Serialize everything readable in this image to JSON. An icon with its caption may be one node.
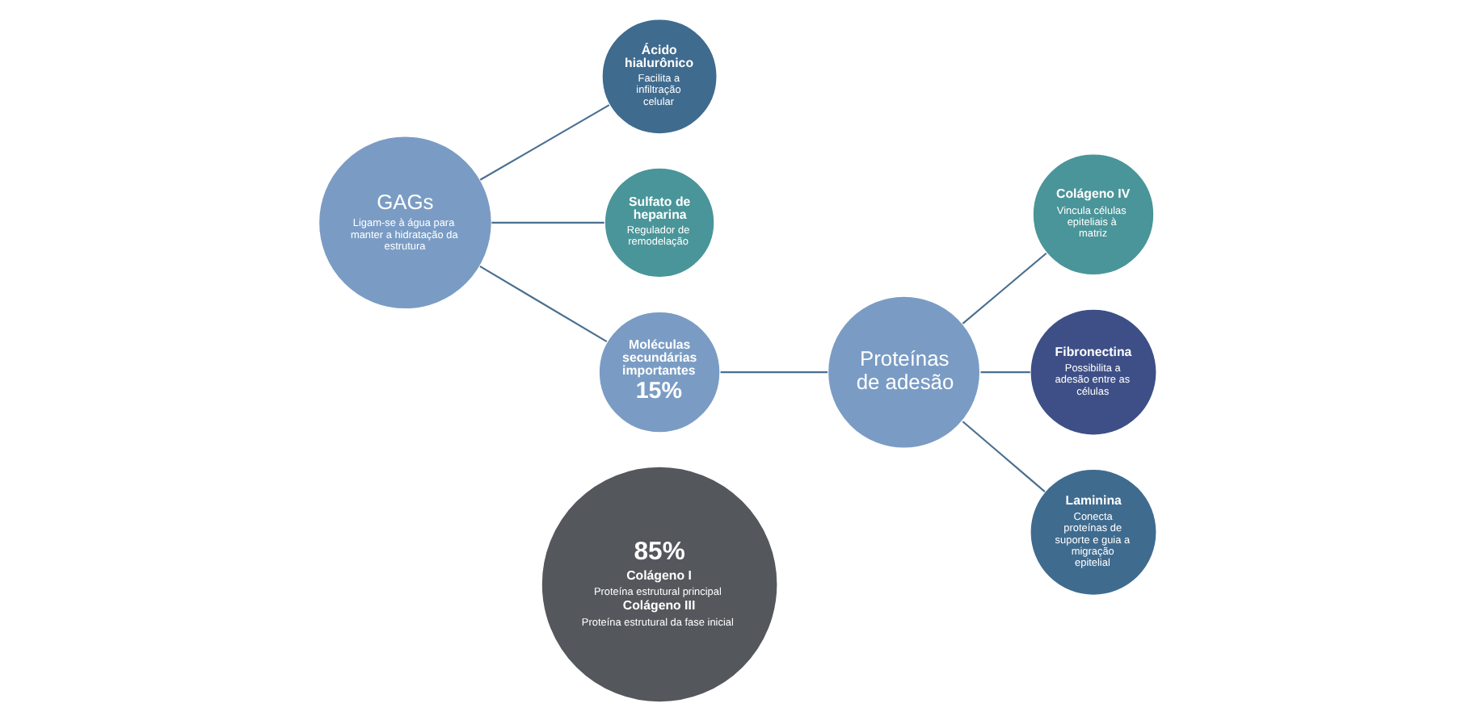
{
  "diagram": {
    "nodes": [
      {
        "text": [
          "Ácido hialurônico",
          "Facilita a infiltração celular"
        ]
      },
      {
        "text": [
          "GAGs",
          "Ligam-se à água para manter a hidratação da estrutura"
        ]
      },
      {
        "text": [
          "Sulfato de heparina",
          "Regulador de remodelação"
        ]
      },
      {
        "text": [
          "Moléculas secundárias importantes",
          "15%"
        ]
      },
      {
        "text": [
          "85%",
          "Colágeno I",
          "Proteína estrutural principal",
          "Colágeno III",
          "Proteína estrutural da fase inicial"
        ]
      },
      {
        "text": [
          "Colágeno IV",
          "Vincula células epiteliais à matriz"
        ]
      },
      {
        "text": [
          "Fibronectina",
          "Possibilita a adesão entre as células"
        ]
      },
      {
        "text": [
          "Proteínas de adesão"
        ]
      },
      {
        "text": [
          "Laminina",
          "Conecta proteínas de suporte e guia a migração epitelial"
        ]
      }
    ],
    "edges": [
      {
        "from": 1,
        "to": 0,
        "arrow": "none"
      },
      {
        "from": 1,
        "to": 2,
        "arrow": "none"
      },
      {
        "from": 1,
        "to": 3,
        "arrow": "none"
      },
      {
        "from": 3,
        "to": 7,
        "arrow": "none"
      },
      {
        "from": 7,
        "to": 5,
        "arrow": "none"
      },
      {
        "from": 7,
        "to": 6,
        "arrow": "none"
      },
      {
        "from": 7,
        "to": 8,
        "arrow": "none"
      }
    ]
  }
}
